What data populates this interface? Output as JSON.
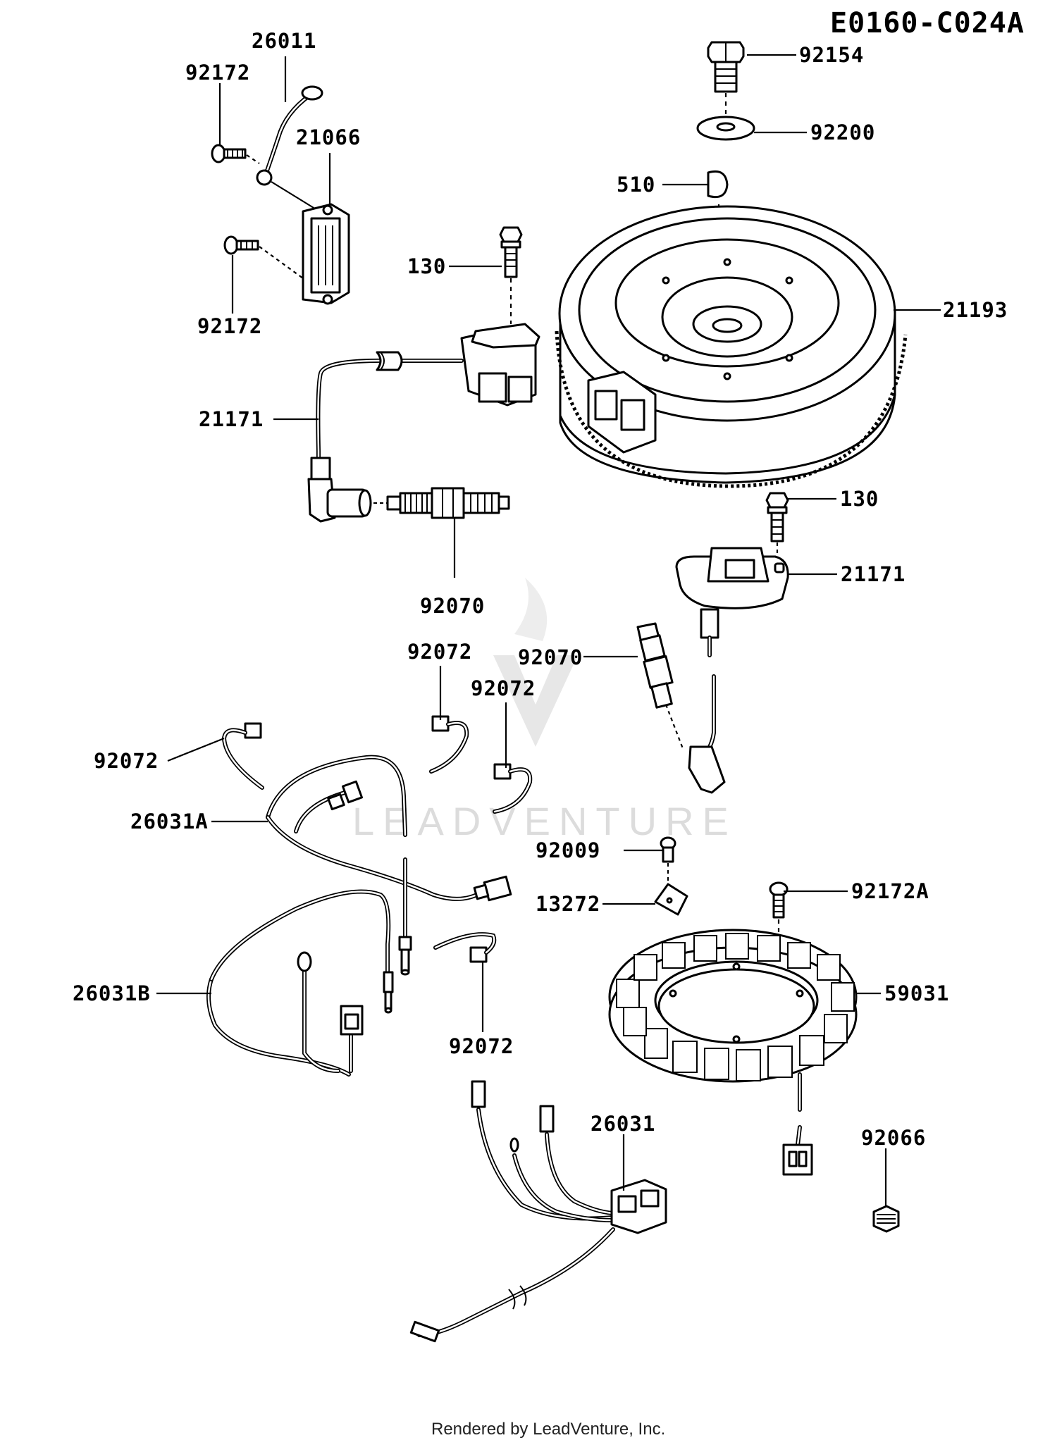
{
  "diagram": {
    "code": "E0160-C024A",
    "watermark": "LEADVENTURE",
    "footer": "Rendered by LeadVenture, Inc.",
    "labels": [
      {
        "id": "26011",
        "text": "26011"
      },
      {
        "id": "92172-a",
        "text": "92172"
      },
      {
        "id": "21066",
        "text": "21066"
      },
      {
        "id": "92172-b",
        "text": "92172"
      },
      {
        "id": "130-a",
        "text": "130"
      },
      {
        "id": "21171-a",
        "text": "21171"
      },
      {
        "id": "92070-a",
        "text": "92070"
      },
      {
        "id": "92154",
        "text": "92154"
      },
      {
        "id": "92200",
        "text": "92200"
      },
      {
        "id": "510",
        "text": "510"
      },
      {
        "id": "21193",
        "text": "21193"
      },
      {
        "id": "130-b",
        "text": "130"
      },
      {
        "id": "21171-b",
        "text": "21171"
      },
      {
        "id": "92070-b",
        "text": "92070"
      },
      {
        "id": "92072-a",
        "text": "92072"
      },
      {
        "id": "92072-b",
        "text": "92072"
      },
      {
        "id": "92072-c",
        "text": "92072"
      },
      {
        "id": "26031A",
        "text": "26031A"
      },
      {
        "id": "92009",
        "text": "92009"
      },
      {
        "id": "13272",
        "text": "13272"
      },
      {
        "id": "92172A",
        "text": "92172A"
      },
      {
        "id": "26031B",
        "text": "26031B"
      },
      {
        "id": "59031",
        "text": "59031"
      },
      {
        "id": "92072-d",
        "text": "92072"
      },
      {
        "id": "26031",
        "text": "26031"
      },
      {
        "id": "92066",
        "text": "92066"
      }
    ]
  }
}
